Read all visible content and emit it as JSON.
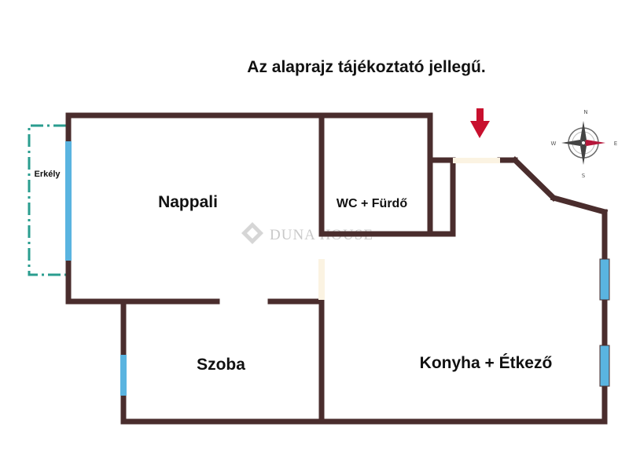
{
  "title": "Az alaprajz tájékoztató jellegű.",
  "rooms": {
    "living_room": "Nappali",
    "bathroom": "WC + Fürdő",
    "bedroom": "Szoba",
    "kitchen": "Konyha + Étkező",
    "balcony": "Erkély"
  },
  "watermark": "DUNA HOUSE",
  "compass": {
    "north": "N",
    "south": "S",
    "east": "E",
    "west": "W"
  },
  "colors": {
    "wall": "#4a2d2d",
    "window": "#5ab4e0",
    "door_opening": "#fbf3e2",
    "balcony_outline": "#2a9d8f",
    "entrance_arrow": "#c8102e",
    "compass_needle": "#b5163a"
  }
}
